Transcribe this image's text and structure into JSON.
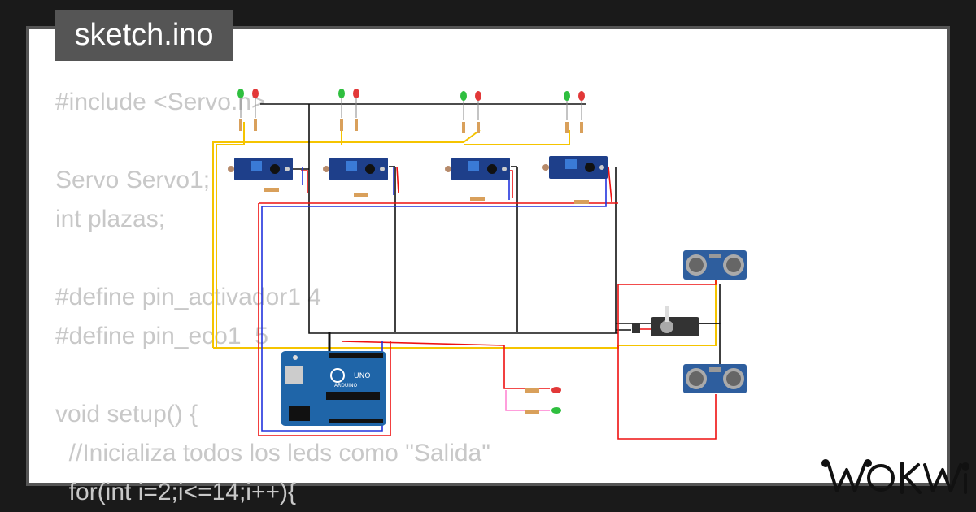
{
  "tab": {
    "filename": "sketch.ino"
  },
  "code_lines": [
    "#include <Servo.h>",
    "",
    "Servo Servo1;",
    "int plazas;",
    "",
    "#define pin_activador1 4",
    "#define pin_eco1  5",
    "",
    "void setup() {",
    "  //Inicializa todos los leds como \"Salida\"",
    "  for(int i=2;i<=14;i++){"
  ],
  "board": {
    "name": "UNO",
    "brand": "ARDUINO"
  },
  "logo": {
    "text": "WOKWi",
    "icon": "wokwi-logo"
  },
  "colors": {
    "background": "#1a1a1a",
    "tab": "#555555",
    "code": "#c8c8c8",
    "wire_yellow": "#f5c400",
    "wire_red": "#e11",
    "wire_blue": "#2233dd",
    "wire_black": "#111111",
    "board": "#1f65a8"
  }
}
